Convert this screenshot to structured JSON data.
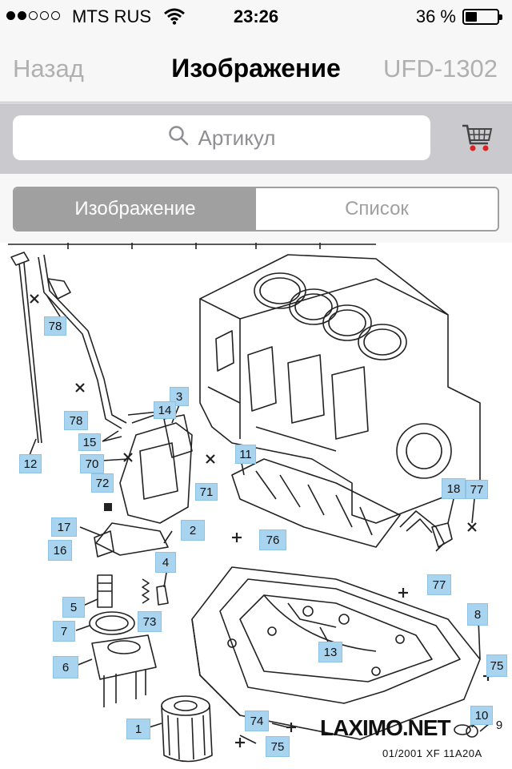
{
  "status": {
    "carrier": "MTS RUS",
    "time": "23:26",
    "battery_text": "36 %",
    "battery_level": 0.36,
    "signal_dots_filled": 2,
    "signal_dots_total": 5
  },
  "nav": {
    "back_label": "Назад",
    "title": "Изображение",
    "right_label": "UFD-1302"
  },
  "search": {
    "placeholder": "Артикул",
    "icon": "search-icon",
    "cart_icon": "cart-icon"
  },
  "segments": [
    {
      "label": "Изображение",
      "active": true
    },
    {
      "label": "Список",
      "active": false
    }
  ],
  "diagram": {
    "callouts": [
      "78",
      "3",
      "14",
      "78",
      "15",
      "70",
      "72",
      "71",
      "11",
      "12",
      "18",
      "77",
      "17",
      "16",
      "2",
      "76",
      "4",
      "5",
      "7",
      "73",
      "77",
      "8",
      "13",
      "6",
      "75",
      "1",
      "74",
      "75",
      "10",
      "9"
    ],
    "watermark": "LAXIMO.NET",
    "footer": "01/2001   XF 11A20A"
  },
  "colors": {
    "callout_bg": "#a8d4ef",
    "segment_active": "#a0a0a0",
    "nav_inactive": "#b0b0b0"
  }
}
